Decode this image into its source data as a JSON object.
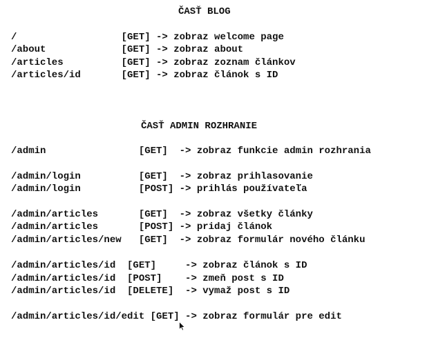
{
  "blog_section": {
    "heading": "ČASŤ BLOG",
    "lines": [
      "/                  [GET] -> zobraz welcome page",
      "/about             [GET] -> zobraz about",
      "/articles          [GET] -> zobraz zoznam článkov",
      "/articles/id       [GET] -> zobraz článok s ID"
    ]
  },
  "admin_section": {
    "heading": "ČASŤ ADMIN ROZHRANIE",
    "lines": [
      "/admin                [GET]  -> zobraz funkcie admin rozhrania",
      "/admin/login          [GET]  -> zobraz prihlasovanie",
      "/admin/login          [POST] -> prihlás používateľa",
      "/admin/articles       [GET]  -> zobraz všetky články",
      "/admin/articles       [POST] -> pridaj článok",
      "/admin/articles/new   [GET]  -> zobraz formulár nového článku",
      "/admin/articles/id  [GET]     -> zobraz článok s ID",
      "/admin/articles/id  [POST]    -> zmeň post s ID",
      "/admin/articles/id  [DELETE]  -> vymaž post s ID",
      "/admin/articles/id/edit [GET] -> zobraz formulár pre edit"
    ]
  }
}
